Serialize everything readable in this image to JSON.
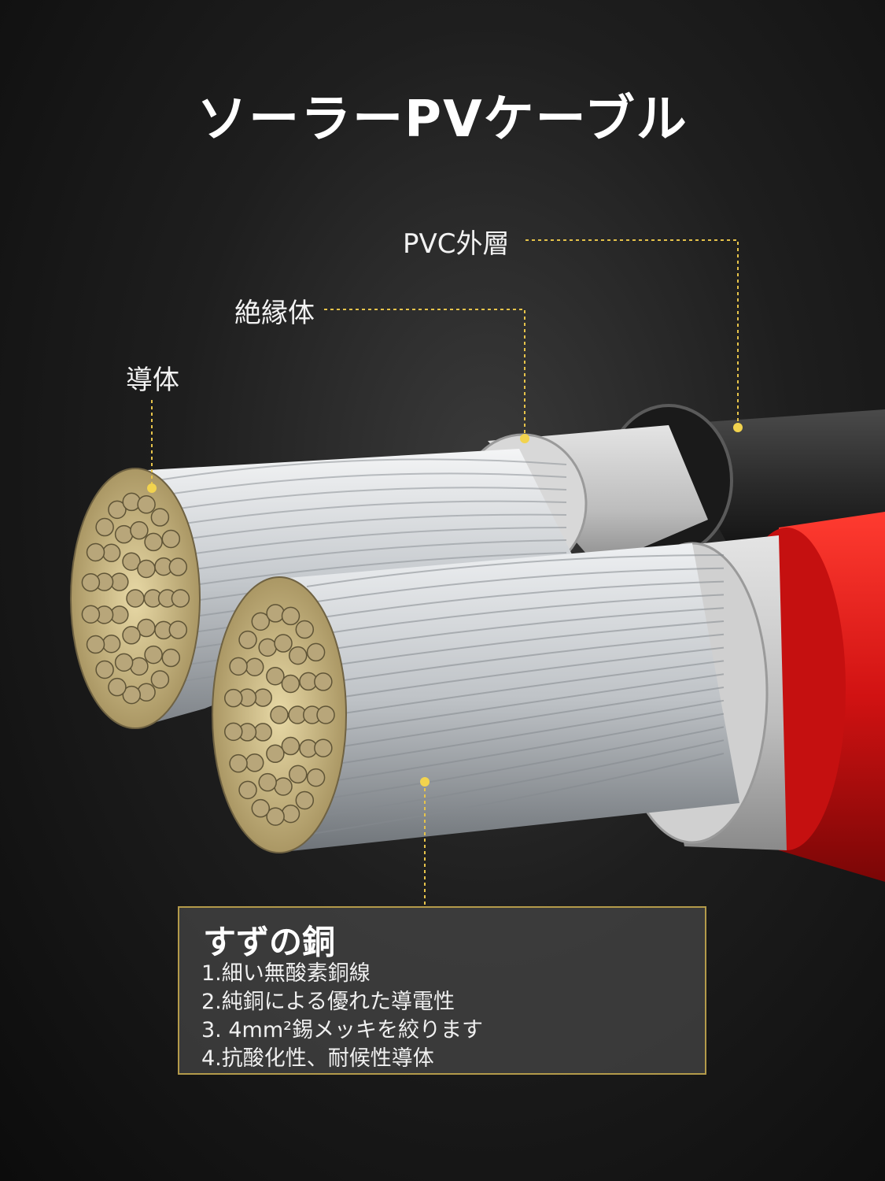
{
  "title": "ソーラーPVケーブル",
  "labels": {
    "outer_sheath": "PVC外層",
    "insulation": "絶縁体",
    "conductor": "導体"
  },
  "info_box": {
    "title": "すずの銅",
    "items": [
      "1.細い無酸素銅線",
      "2.純銅による優れた導電性",
      "3. 4mm²錫メッキを絞ります",
      "4.抗酸化性、耐候性導体"
    ]
  },
  "colors": {
    "leader_line": "#e6c34a",
    "box_border": "#b39a4a",
    "sheath_red": "#d41414",
    "sheath_black": "#2b2b2b",
    "insulation_gray": "#c9c9c9",
    "strand_silver": "#d6d9dc",
    "strand_end_gold": "#b8a67a"
  }
}
